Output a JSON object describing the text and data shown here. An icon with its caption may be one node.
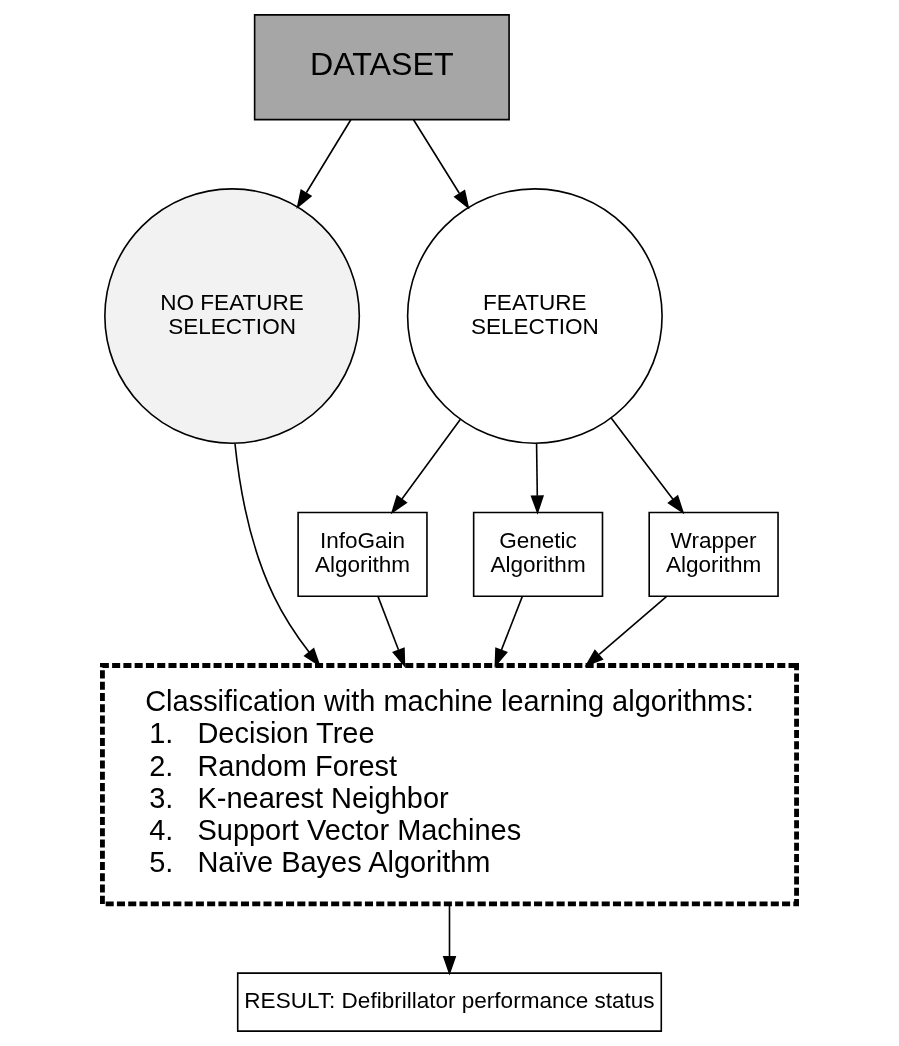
{
  "diagram": {
    "nodes": [
      {
        "text": [
          "DATASET"
        ]
      },
      {
        "text": [
          "NO FEATURE SELECTION"
        ]
      },
      {
        "text": [
          "FEATURE SELECTION"
        ]
      },
      {
        "text": [
          "InfoGain Algorithm"
        ]
      },
      {
        "text": [
          "Genetic Algorithm"
        ]
      },
      {
        "text": [
          "Wrapper Algorithm"
        ]
      },
      {
        "text": [
          "Classification with machine learning algorithms:",
          "1.   Decision Tree",
          "2.   Random Forest",
          "3.   K-nearest Neighbor",
          "4.   Support Vector Machines",
          "5.   Naïve Bayes Algorithm"
        ]
      },
      {
        "text": [
          "RESULT: Defibrillator performance status"
        ]
      }
    ],
    "edges": [
      {
        "from": 0,
        "to": 1,
        "arrow": "to"
      },
      {
        "from": 0,
        "to": 2,
        "arrow": "to"
      },
      {
        "from": 2,
        "to": 3,
        "arrow": "to"
      },
      {
        "from": 2,
        "to": 4,
        "arrow": "to"
      },
      {
        "from": 2,
        "to": 5,
        "arrow": "to"
      },
      {
        "from": 1,
        "to": 6,
        "arrow": "to"
      },
      {
        "from": 3,
        "to": 6,
        "arrow": "to"
      },
      {
        "from": 4,
        "to": 6,
        "arrow": "to"
      },
      {
        "from": 5,
        "to": 6,
        "arrow": "to"
      },
      {
        "from": 6,
        "to": 7,
        "arrow": "to"
      }
    ]
  }
}
